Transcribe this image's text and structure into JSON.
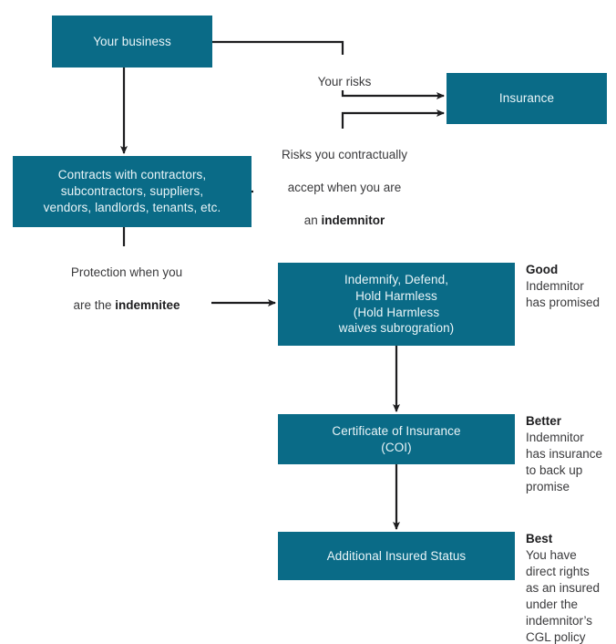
{
  "diagram": {
    "type": "flowchart",
    "title": "Contractual risk transfer flowchart",
    "colors": {
      "box_fill": "#0a6b87",
      "box_text": "#eaf5f8",
      "connector": "#1d1d1f",
      "label_text": "#3a3a3c",
      "emphasis_text": "#1d1d1f",
      "background": "#ffffff"
    }
  },
  "nodes": {
    "business": {
      "label": "Your business"
    },
    "insurance": {
      "label": "Insurance"
    },
    "contracts": {
      "label": "Contracts with contractors,\nsubcontractors, suppliers,\nvendors, landlords, tenants, etc."
    },
    "indemnify": {
      "label": "Indemnify, Defend,\nHold Harmless\n(Hold Harmless\nwaives subrogration)"
    },
    "coi": {
      "label": "Certificate of Insurance\n(COI)"
    },
    "additional_insured": {
      "label": "Additional Insured Status"
    }
  },
  "edge_labels": {
    "your_risks": {
      "text": "Your risks"
    },
    "contractual_risks": {
      "line1": "Risks you contractually",
      "line2": "accept when you are",
      "line3_prefix": "an ",
      "line3_bold": "indemnitor"
    },
    "protection": {
      "line1": "Protection when you",
      "line2_prefix": "are the ",
      "line2_bold": "indemnitee"
    }
  },
  "annotations": {
    "good": {
      "title": "Good",
      "body": "Indemnitor\nhas promised"
    },
    "better": {
      "title": "Better",
      "body": "Indemnitor\nhas insurance\nto back up\npromise"
    },
    "best": {
      "title": "Best",
      "body": "You have\ndirect rights\nas an insured\nunder the\nindemnitor’s\nCGL policy"
    }
  },
  "edges": [
    {
      "from": "business",
      "to": "insurance",
      "label": "your_risks"
    },
    {
      "from": "business",
      "to": "contracts",
      "label": null
    },
    {
      "from": "contracts",
      "to": "insurance",
      "label": "contractual_risks"
    },
    {
      "from": "contracts",
      "to": "indemnify",
      "label": "protection"
    },
    {
      "from": "indemnify",
      "to": "coi",
      "label": null
    },
    {
      "from": "coi",
      "to": "additional_insured",
      "label": null
    }
  ]
}
